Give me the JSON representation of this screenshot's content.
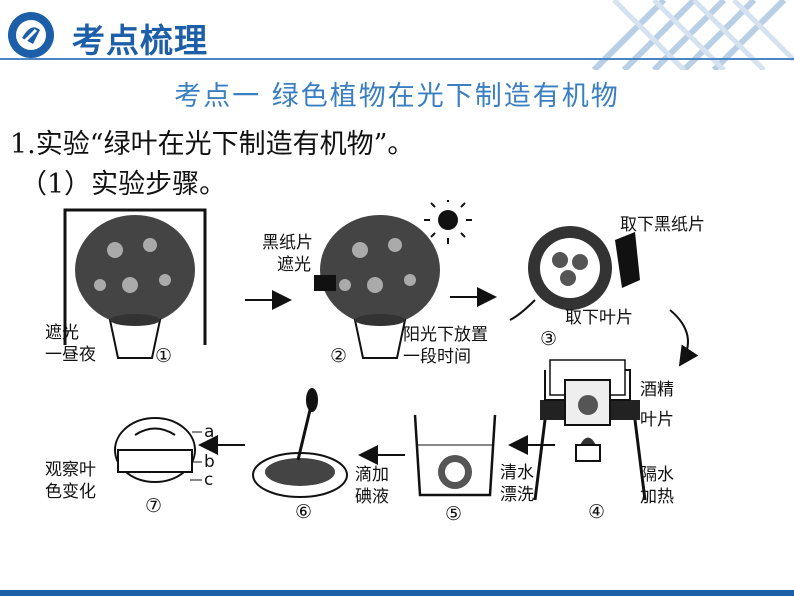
{
  "header": {
    "title": "考点梳理"
  },
  "subtitle": "考点一  绿色植物在光下制造有机物",
  "lines": {
    "line1": "1.实验“绿叶在光下制造有机物”。",
    "line2": "（1）实验步骤。"
  },
  "figure": {
    "labels": {
      "l1a": "遮光",
      "l1b": "一昼夜",
      "l2a": "黑纸片",
      "l2b": "遮光",
      "l2c": "阳光下放置",
      "l2d": "一段时间",
      "l3a": "取下黑纸片",
      "l3b": "取下叶片",
      "l4a": "酒精",
      "l4b": "叶片",
      "l4c": "隔水",
      "l4d": "加热",
      "l5a": "清水",
      "l5b": "漂洗",
      "l6a": "滴加",
      "l6b": "碘液",
      "l7a": "观察叶",
      "l7b": "色变化",
      "a": "a",
      "b": "b",
      "c": "c"
    },
    "steps": [
      "①",
      "②",
      "③",
      "④",
      "⑤",
      "⑥",
      "⑦"
    ]
  }
}
